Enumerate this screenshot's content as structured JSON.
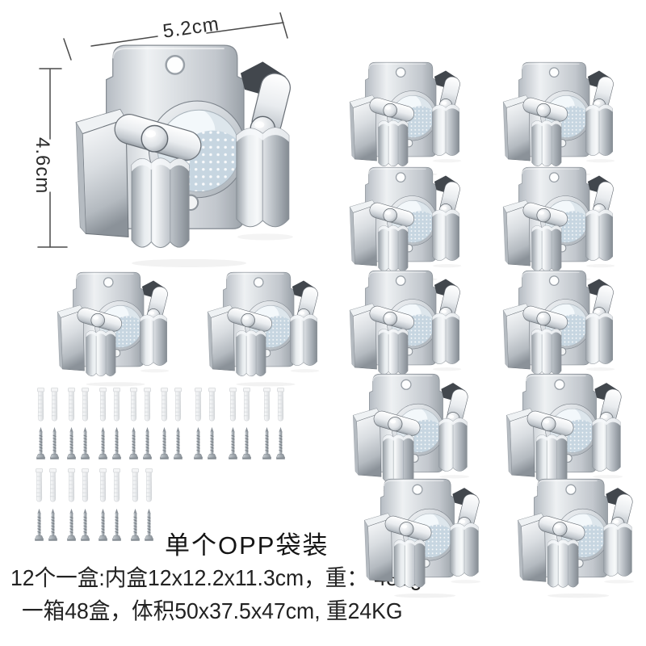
{
  "poster": {
    "background": "#ffffff"
  },
  "dimensions": {
    "width_label": "5.2cm",
    "height_label": "4.6cm"
  },
  "packaging": {
    "opp_label": "单个OPP袋装",
    "box_line": "12个一盒:内盒12x12.2x11.3cm，重： 480g",
    "carton_line": "一箱48盒，体积50x37.5x47cm, 重24KG"
  },
  "items": {
    "holder_units_pictured": 13,
    "wall_anchor_count": 24,
    "screw_count": 24
  },
  "colors": {
    "steel_light": "#f3f5f7",
    "steel_mid": "#c7ccd2",
    "steel_dark": "#8d949b",
    "roller_blue": "#c7d6e1",
    "text": "#222222",
    "dim_line": "#4a4a4a"
  }
}
